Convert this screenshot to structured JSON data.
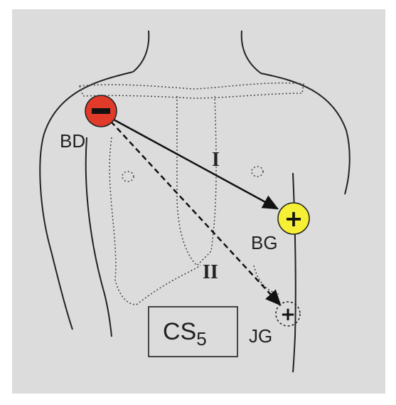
{
  "figure": {
    "background": "#dcdcdc",
    "electrodes": {
      "bd": {
        "label": "BD",
        "sign": "−",
        "color": "#e03a2a"
      },
      "bg": {
        "label": "BG",
        "sign": "+",
        "color": "#f5f035"
      },
      "jg": {
        "label": "JG",
        "sign": "+"
      }
    },
    "leads": {
      "lead_1": {
        "label": "I",
        "style": "solid"
      },
      "lead_2": {
        "label": "II",
        "style": "dashed"
      }
    },
    "box": {
      "main": "CS",
      "subscript": "5"
    }
  }
}
